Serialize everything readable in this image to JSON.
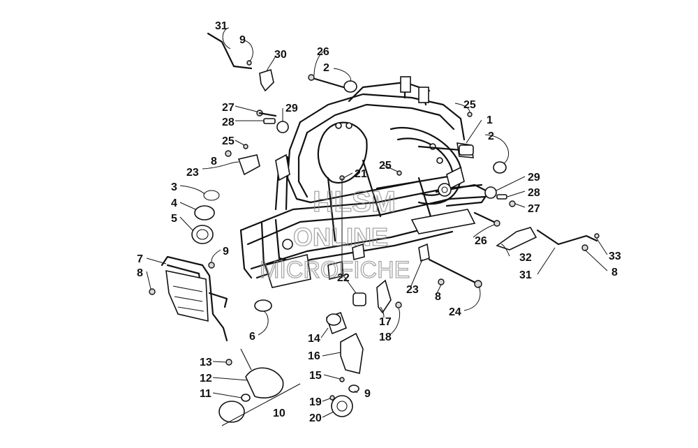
{
  "watermark": {
    "line1": "HLSM",
    "line2": "ONLINE",
    "line3": "MICROFICHE"
  },
  "callouts": {
    "c31a": "31",
    "c9a": "9",
    "c30": "30",
    "c26a": "26",
    "c2a": "2",
    "c27a": "27",
    "c29a": "29",
    "c28a": "28",
    "c25a": "25",
    "c8a": "8",
    "c23a": "23",
    "c25b": "25",
    "c1": "1",
    "c2b": "2",
    "c21": "21",
    "c25c": "25",
    "c3": "3",
    "c4": "4",
    "c5": "5",
    "c29b": "29",
    "c28b": "28",
    "c27b": "27",
    "c26b": "26",
    "c9b": "9",
    "c7": "7",
    "c8b": "8",
    "c32": "32",
    "c33": "33",
    "c31b": "31",
    "c8c": "8",
    "c22": "22",
    "c23b": "23",
    "c8d": "8",
    "c24": "24",
    "c17": "17",
    "c6": "6",
    "c14": "14",
    "c18": "18",
    "c16": "16",
    "c13": "13",
    "c12": "12",
    "c15": "15",
    "c9c": "9",
    "c11": "11",
    "c19": "19",
    "c10": "10",
    "c20": "20"
  }
}
